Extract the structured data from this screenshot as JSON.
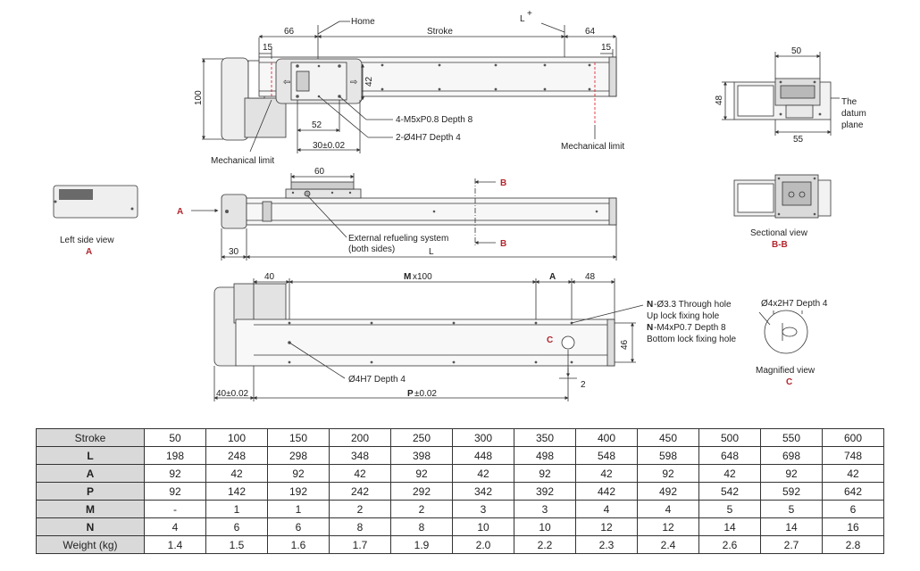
{
  "top_view": {
    "dim_66": "66",
    "home": "Home",
    "stroke": "Stroke",
    "l_plus": "L",
    "l_plus_sup": "+",
    "dim_64": "64",
    "dim_15_left": "15",
    "dim_15_right": "15",
    "dim_100": "100",
    "dim_42": "42",
    "dim_52": "52",
    "dim_30": "30±0.02",
    "note_m5": "4-M5xP0.8 Depth 8",
    "note_h7": "2-Ø4H7 Depth 4",
    "mech_left": "Mechanical limit",
    "mech_right": "Mechanical limit"
  },
  "end_view": {
    "dim_50": "50",
    "dim_48": "48",
    "dim_55": "55",
    "datum_1": "The",
    "datum_2": "datum",
    "datum_3": "plane"
  },
  "left_side_view": {
    "title": "Left side view",
    "letter": "A"
  },
  "side_view": {
    "dim_60": "60",
    "marker_a": "A",
    "marker_b_top": "B",
    "marker_b_bottom": "B",
    "refuel_1": "External refueling system",
    "refuel_2": "(both sides)",
    "dim_30": "30",
    "dim_L": "L"
  },
  "sectional_view": {
    "title": "Sectional view",
    "letter": "B-B"
  },
  "bottom_view": {
    "dim_40": "40",
    "dim_m_bold": "M",
    "dim_m_rest": "x100",
    "dim_a": "A",
    "dim_48": "48",
    "dim_46": "46",
    "dim_2": "2",
    "note_n1_bold": "N",
    "note_n1_rest": "-Ø3.3 Through hole",
    "note_n2": "Up lock fixing hole",
    "note_n3_bold": "N",
    "note_n3_rest": "-M4xP0.7 Depth 8",
    "note_n4": "Bottom lock fixing hole",
    "marker_c": "C",
    "note_h7": "Ø4H7 Depth 4",
    "dim_40_tol": "40±0.02",
    "dim_p_bold": "P",
    "dim_p_rest": "±0.02"
  },
  "magnified_view": {
    "note": "Ø4x2H7 Depth 4",
    "title": "Magnified view",
    "letter": "C"
  },
  "table": {
    "rows": [
      {
        "label": "Stroke",
        "bold": false,
        "values": [
          "50",
          "100",
          "150",
          "200",
          "250",
          "300",
          "350",
          "400",
          "450",
          "500",
          "550",
          "600"
        ]
      },
      {
        "label": "L",
        "bold": true,
        "values": [
          "198",
          "248",
          "298",
          "348",
          "398",
          "448",
          "498",
          "548",
          "598",
          "648",
          "698",
          "748"
        ]
      },
      {
        "label": "A",
        "bold": true,
        "values": [
          "92",
          "42",
          "92",
          "42",
          "92",
          "42",
          "92",
          "42",
          "92",
          "42",
          "92",
          "42"
        ]
      },
      {
        "label": "P",
        "bold": true,
        "values": [
          "92",
          "142",
          "192",
          "242",
          "292",
          "342",
          "392",
          "442",
          "492",
          "542",
          "592",
          "642"
        ]
      },
      {
        "label": "M",
        "bold": true,
        "values": [
          "-",
          "1",
          "1",
          "2",
          "2",
          "3",
          "3",
          "4",
          "4",
          "5",
          "5",
          "6"
        ]
      },
      {
        "label": "N",
        "bold": true,
        "values": [
          "4",
          "6",
          "6",
          "8",
          "8",
          "10",
          "10",
          "12",
          "12",
          "14",
          "14",
          "16"
        ]
      },
      {
        "label": "Weight (kg)",
        "bold": false,
        "values": [
          "1.4",
          "1.5",
          "1.6",
          "1.7",
          "1.9",
          "2.0",
          "2.2",
          "2.3",
          "2.4",
          "2.6",
          "2.7",
          "2.8"
        ]
      }
    ]
  }
}
